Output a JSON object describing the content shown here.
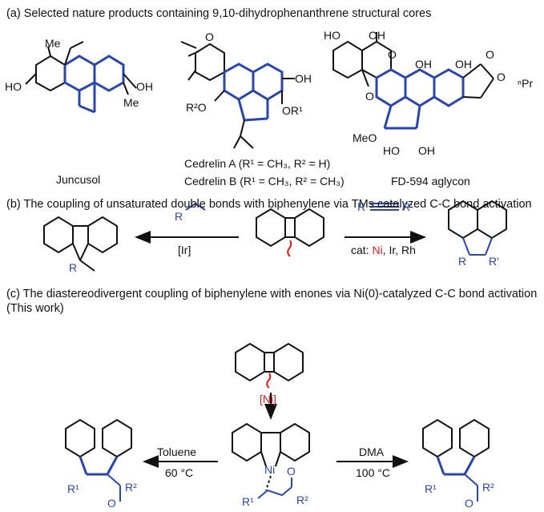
{
  "section_a": {
    "heading": "(a) Selected nature products containing 9,10-dihydrophenanthrene structural cores",
    "juncusol": {
      "name": "Juncusol",
      "me_top": "Me",
      "me_bottom": "Me",
      "ho": "HO",
      "oh": "OH"
    },
    "cedrelin": {
      "line_a": "Cedrelin A (R¹ = CH₃, R² = H)",
      "line_b": "Cedrelin B (R¹ = CH₃, R² = CH₃)",
      "o_ring": "O",
      "oh": "OH",
      "r2o": "R²O",
      "or1": "OR¹"
    },
    "fd594": {
      "name": "FD-594 aglycon",
      "ho1": "HO",
      "oh1": "OH",
      "o_keto": "O",
      "oh_mid": "OH",
      "oh_right": "OH",
      "o_lac": "O",
      "o_ring": "O",
      "npr": "ⁿPr",
      "o_xan": "O",
      "meo": "MeO",
      "ho_b": "HO",
      "oh_b": "OH"
    }
  },
  "section_b": {
    "heading": "(b) The coupling of unsaturated double bonds with biphenylene via TMs catalyzed C-C bond activation",
    "left_reagent": "R",
    "left_cat": "[Ir]",
    "right_reagent_r": "R",
    "right_reagent_r2": "R'",
    "right_cat_prefix": "cat: ",
    "right_cat_ni": "Ni",
    "right_cat_rest": ", Ir, Rh",
    "product_left_r": "R",
    "product_right_r": "R",
    "product_right_r2": "R'"
  },
  "section_c": {
    "heading": "(c) The diastereodivergent coupling of biphenylene with enones via Ni(0)-catalyzed C-C bond activation (This work)",
    "ni_label": "[Ni]",
    "ni_atom": "Ni",
    "left_solvent": "Toluene",
    "left_temp": "60 °C",
    "right_solvent": "DMA",
    "right_temp": "100 °C",
    "enone_r1": "R¹",
    "enone_o": "O",
    "enone_r2": "R²",
    "left_r1": "R¹",
    "left_o": "O",
    "left_r2": "R²",
    "right_r1": "R¹",
    "right_o": "O",
    "right_r2": "R²"
  },
  "colors": {
    "ink": "#111111",
    "core_blue": "#2a46a8",
    "ni_red": "#d62020"
  }
}
